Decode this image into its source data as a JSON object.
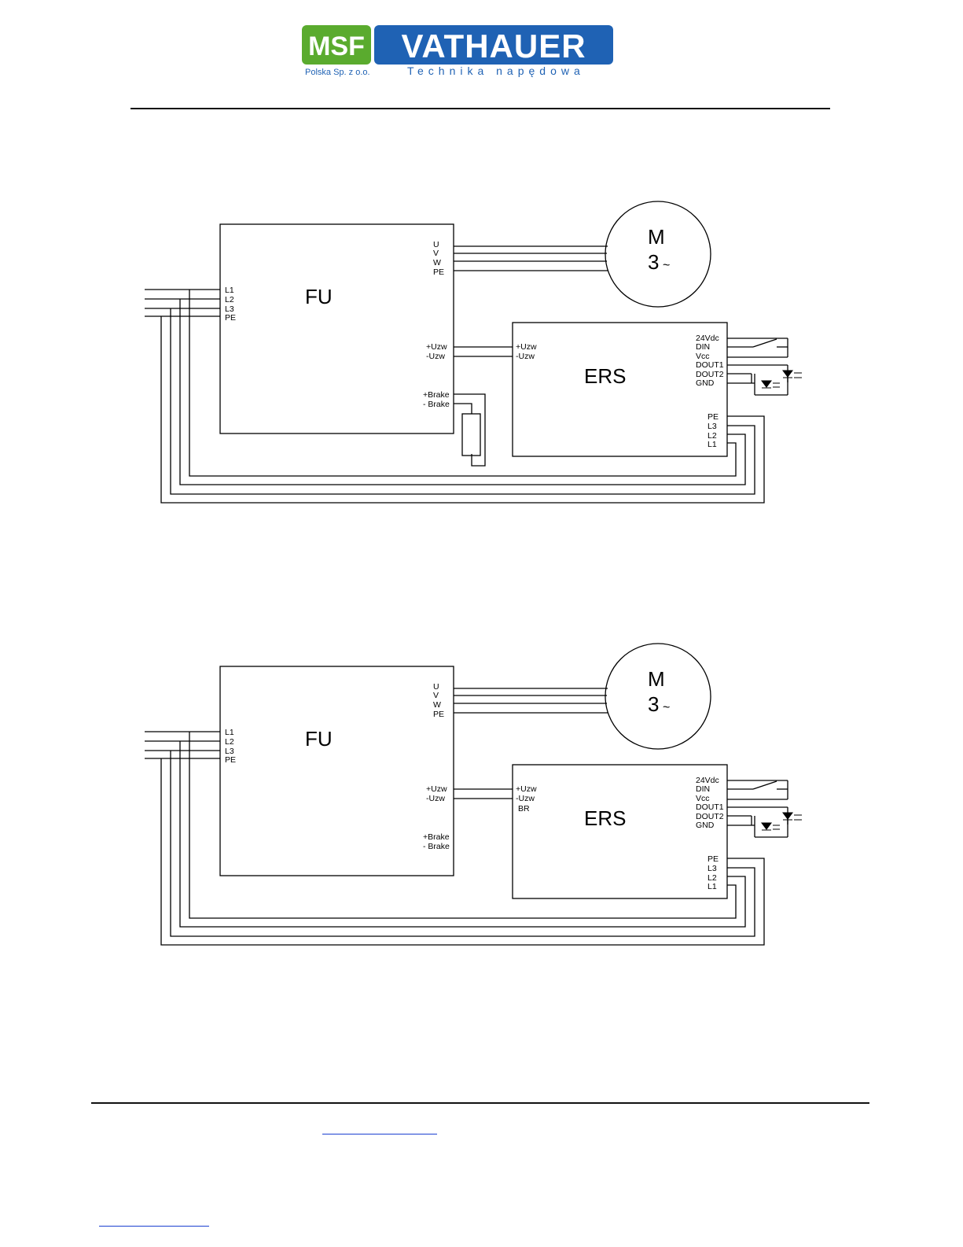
{
  "header": {
    "logo_mark": "MSF",
    "logo_brand": "VATHAUER",
    "logo_company": "Polska Sp. z o.o.",
    "logo_tagline": "Technika napędowa",
    "colors": {
      "green": "#5aab2e",
      "blue": "#1f62b4"
    }
  },
  "diagrams": [
    {
      "fu": {
        "title": "FU",
        "motor_terminals": [
          "U",
          "V",
          "W",
          "PE"
        ],
        "mains_terminals": [
          "L1",
          "L2",
          "L3",
          "PE"
        ],
        "dc_terminals": [
          "+Uzw",
          "-Uzw"
        ],
        "brake_terminals": [
          "+Brake",
          "- Brake"
        ]
      },
      "motor": {
        "line1": "M",
        "line2": "3",
        "symbol": "~"
      },
      "ers": {
        "title": "ERS",
        "dc_terminals": [
          "+Uzw",
          "-Uzw"
        ],
        "control_terminals": [
          "24Vdc",
          "DIN",
          "Vcc",
          "DOUT1",
          "DOUT2",
          "GND"
        ],
        "mains_terminals": [
          "PE",
          "L3",
          "L2",
          "L1"
        ]
      }
    },
    {
      "fu": {
        "title": "FU",
        "motor_terminals": [
          "U",
          "V",
          "W",
          "PE"
        ],
        "mains_terminals": [
          "L1",
          "L2",
          "L3",
          "PE"
        ],
        "dc_terminals": [
          "+Uzw",
          "-Uzw"
        ],
        "brake_terminals": [
          "+Brake",
          "- Brake"
        ]
      },
      "motor": {
        "line1": "M",
        "line2": "3",
        "symbol": "~"
      },
      "ers": {
        "title": "ERS",
        "dc_terminals": [
          "+Uzw",
          "-Uzw",
          "BR"
        ],
        "control_terminals": [
          "24Vdc",
          "DIN",
          "Vcc",
          "DOUT1",
          "DOUT2",
          "GND"
        ],
        "mains_terminals": [
          "PE",
          "L3",
          "L2",
          "L1"
        ]
      }
    }
  ]
}
